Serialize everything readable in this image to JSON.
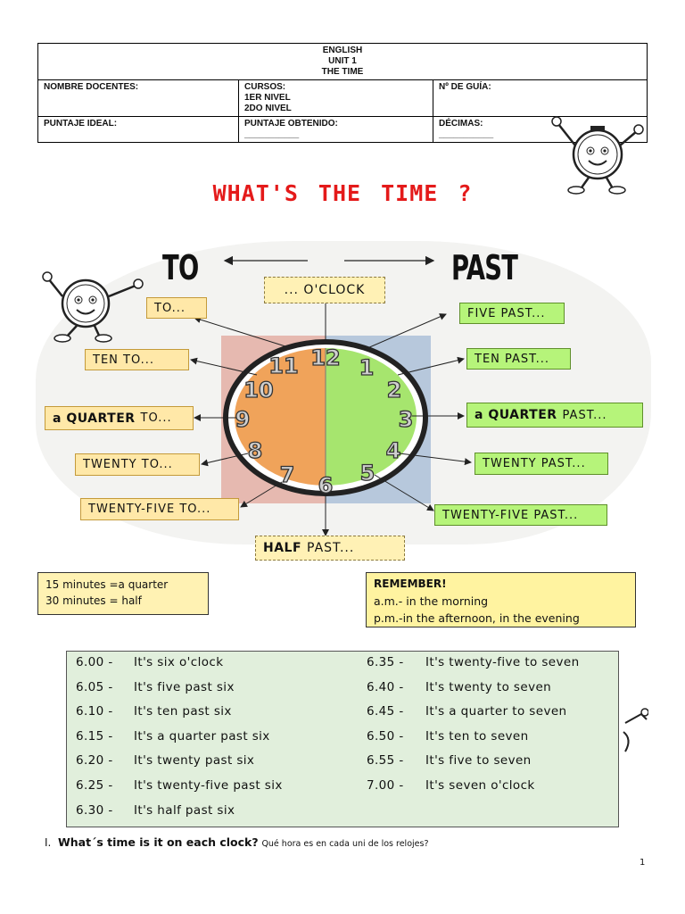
{
  "header": {
    "line1": "ENGLISH",
    "line2": "UNIT 1",
    "line3": "THE TIME",
    "nombre_docentes": "NOMBRE DOCENTES:",
    "cursos": "CURSOS:",
    "nivel1": "1ER NIVEL",
    "nivel2": "2DO NIVEL",
    "n_guia": "Nº DE GUÍA:",
    "puntaje_ideal": "PUNTAJE IDEAL:",
    "puntaje_obtenido": "PUNTAJE OBTENIDO:",
    "blank1": "___________",
    "decimas": "DÉCIMAS:",
    "blank2": "___________"
  },
  "title": "WHAT'S  THE TIME ?",
  "diagram": {
    "to": "TO",
    "past": "PAST",
    "oclock": "... O'CLOCK",
    "half_bold": "HALF",
    "half_rest": "PAST...",
    "left_labels": {
      "five_to": "TO...",
      "ten_to": "TEN  TO...",
      "quarter_bold": "a QUARTER",
      "quarter_rest": "TO...",
      "twenty_to": "TWENTY  TO...",
      "twentyfive_to": "TWENTY-FIVE  TO..."
    },
    "right_labels": {
      "five_past": "FIVE  PAST...",
      "ten_past": "TEN  PAST...",
      "quarter_bold": "a QUARTER",
      "quarter_rest": "PAST...",
      "twenty_past": "TWENTY  PAST...",
      "twentyfive_past": "TWENTY-FIVE  PAST..."
    },
    "numerals": [
      "12",
      "1",
      "2",
      "3",
      "4",
      "5",
      "6",
      "7",
      "8",
      "9",
      "10",
      "11"
    ],
    "colors": {
      "left_square": "#e6b9b0",
      "right_square": "#b7c8dc",
      "left_face": "#f0a35a",
      "right_face": "#a6e56e"
    }
  },
  "info": {
    "quarter": "15 minutes =a quarter",
    "half": "30 minutes = half",
    "remember": "REMEMBER!",
    "am": "a.m.- in the morning",
    "pm": "p.m.-in the afternoon, in the evening"
  },
  "times": [
    {
      "t": "6.00 -",
      "s": "It's six o'clock"
    },
    {
      "t": "6.05 -",
      "s": "It's five past six"
    },
    {
      "t": "6.10 -",
      "s": "It's ten past  six"
    },
    {
      "t": "6.15 -",
      "s": "It's a quarter past six"
    },
    {
      "t": "6.20 -",
      "s": "It's twenty past six"
    },
    {
      "t": "6.25 -",
      "s": "It's twenty-five past six"
    },
    {
      "t": "6.30 -",
      "s": "It's half past six"
    },
    {
      "t": "6.35 -",
      "s": "It's twenty-five to seven"
    },
    {
      "t": "6.40 -",
      "s": "It's twenty to seven"
    },
    {
      "t": "6.45 -",
      "s": "It's a quarter to seven"
    },
    {
      "t": "6.50 -",
      "s": "It's ten to seven"
    },
    {
      "t": "6.55 -",
      "s": "It's five to seven"
    },
    {
      "t": "7.00 -",
      "s": "It's seven o'clock"
    }
  ],
  "question": {
    "num": "I.",
    "en": "What´s time is it on each clock?",
    "es": "Qué hora es en cada uni de los relojes?"
  },
  "page_number": "1"
}
